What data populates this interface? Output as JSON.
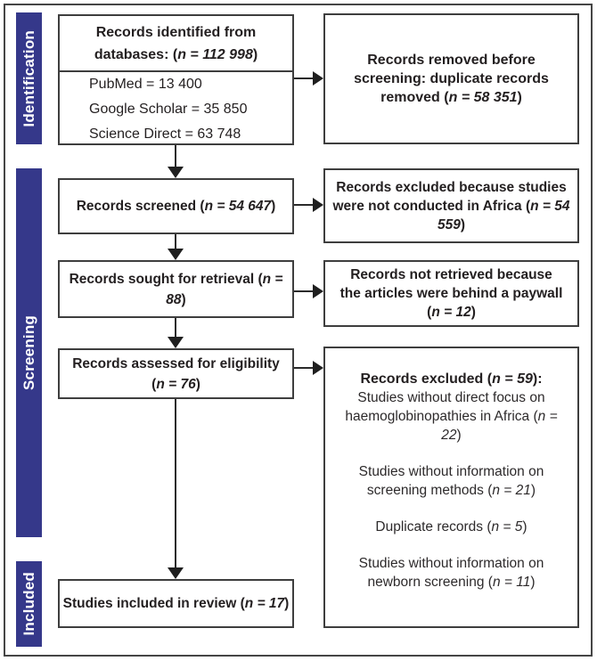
{
  "colors": {
    "stage_bar": "#35388a",
    "box_border": "#3e3e3e",
    "arrow": "#2a2a2a",
    "text": "#231f20",
    "background": "#ffffff"
  },
  "stages": {
    "identification": {
      "label": "Identification"
    },
    "screening": {
      "label": "Screening"
    },
    "included": {
      "label": "Included"
    }
  },
  "flow": {
    "identified": {
      "heading": "Records identified from databases: (n = 112 998)",
      "sources": [
        "PubMed = 13 400",
        "Google Scholar = 35 850",
        "Science Direct = 63 748"
      ]
    },
    "removed_before_screening": {
      "text": "Records removed before screening: duplicate records removed (n = 58 351)"
    },
    "screened": {
      "text": "Records screened (n = 54 647)"
    },
    "excluded_not_africa": {
      "text": "Records excluded because studies were not conducted in Africa (n = 54 559)"
    },
    "sought_retrieval": {
      "text": "Records sought for retrieval (n = 88)"
    },
    "not_retrieved": {
      "text": "Records not retrieved because the articles were behind a paywall (n = 12)"
    },
    "assessed_eligibility": {
      "text": "Records assessed for eligibility (n = 76)"
    },
    "excluded_reasons": {
      "heading": "Records excluded (n = 59):",
      "reasons": [
        "Studies without direct focus on haemoglobinopathies in Africa (n = 22)",
        "Studies without information on screening methods (n = 21)",
        "Duplicate records (n = 5)",
        "Studies without information on newborn screening (n = 11)"
      ]
    },
    "included_in_review": {
      "text": "Studies included in review (n = 17)"
    }
  }
}
